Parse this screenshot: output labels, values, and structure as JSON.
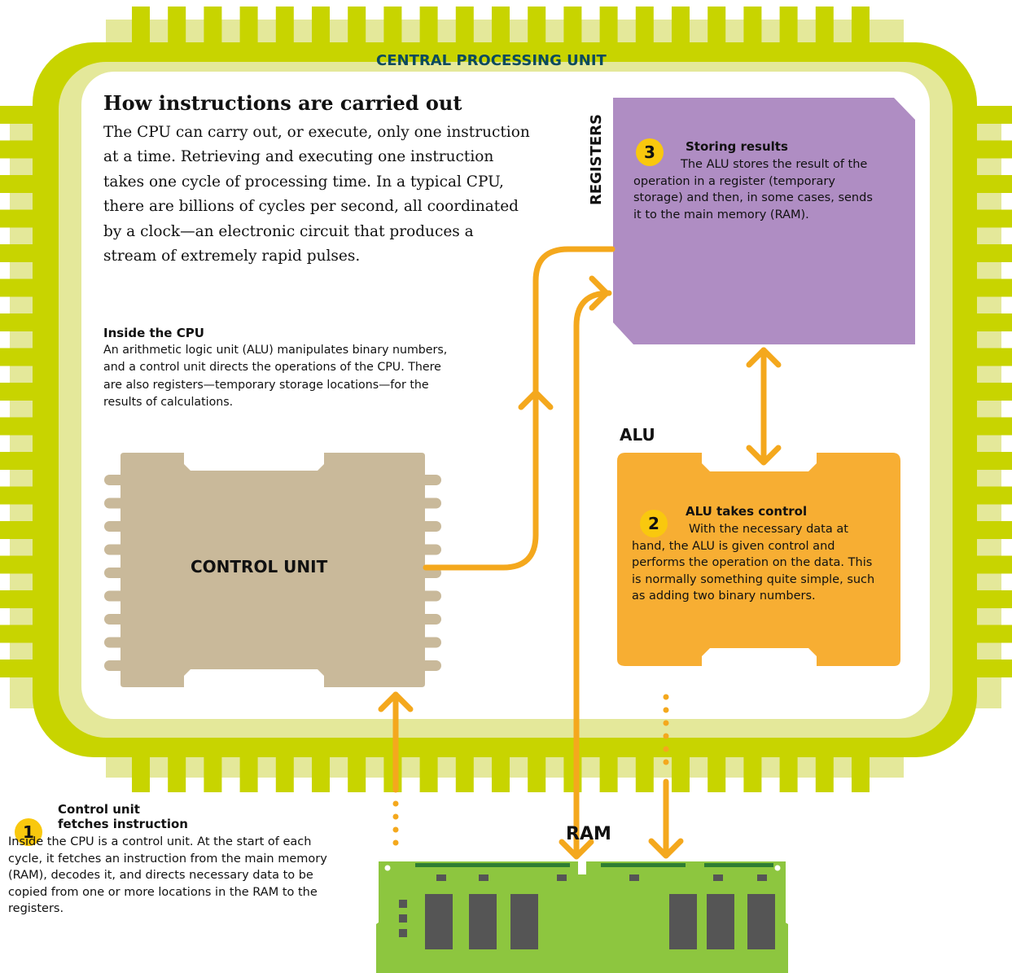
{
  "chip": {
    "title": "CENTRAL PROCESSING UNIT"
  },
  "intro": {
    "title": "How instructions are carried out",
    "body": "The CPU can carry out, or execute, only one instruction at a time. Retrieving and executing one instruction takes one cycle of processing time. In a typical CPU, there are billions of cycles per second, all coordinated by a clock—an electronic circuit that produces a stream of extremely rapid pulses."
  },
  "inside": {
    "title": "Inside the CPU",
    "body": "An arithmetic logic unit (ALU) manipulates binary numbers, and a control unit directs the operations of the CPU. There are also registers—temporary storage locations—for the results of calculations."
  },
  "components": {
    "control_unit": "CONTROL UNIT",
    "alu": "ALU",
    "registers": "REGISTERS",
    "ram": "RAM"
  },
  "steps": [
    {
      "number": "1",
      "title_line1": "Control unit",
      "title_line2": "fetches instruction",
      "body": "Inside the CPU is a control unit. At the start of each cycle, it fetches an instruction from the main memory (RAM), decodes it, and directs necessary data to be copied from one or more locations in the RAM to the registers."
    },
    {
      "number": "2",
      "title": "ALU takes control",
      "body": "With the necessary data at hand, the ALU is given control and performs the operation on the data. This is normally something quite simple, such as adding two binary numbers."
    },
    {
      "number": "3",
      "title": "Storing results",
      "body": "The ALU stores the result of the operation in a register (temporary storage) and then, in some cases, sends it to the main memory (RAM)."
    }
  ],
  "colors": {
    "chip_pin": "#c8d400",
    "chip_pin_shadow": "#e4e89a",
    "chip_border": "#c8d400",
    "control_unit": "#c9b99a",
    "alu": "#f7ae33",
    "registers": "#af8dc3",
    "ram": "#8dc63f",
    "arrow": "#f4a81d",
    "badge": "#f9c80e",
    "chip_label": "#0a4a5e"
  }
}
